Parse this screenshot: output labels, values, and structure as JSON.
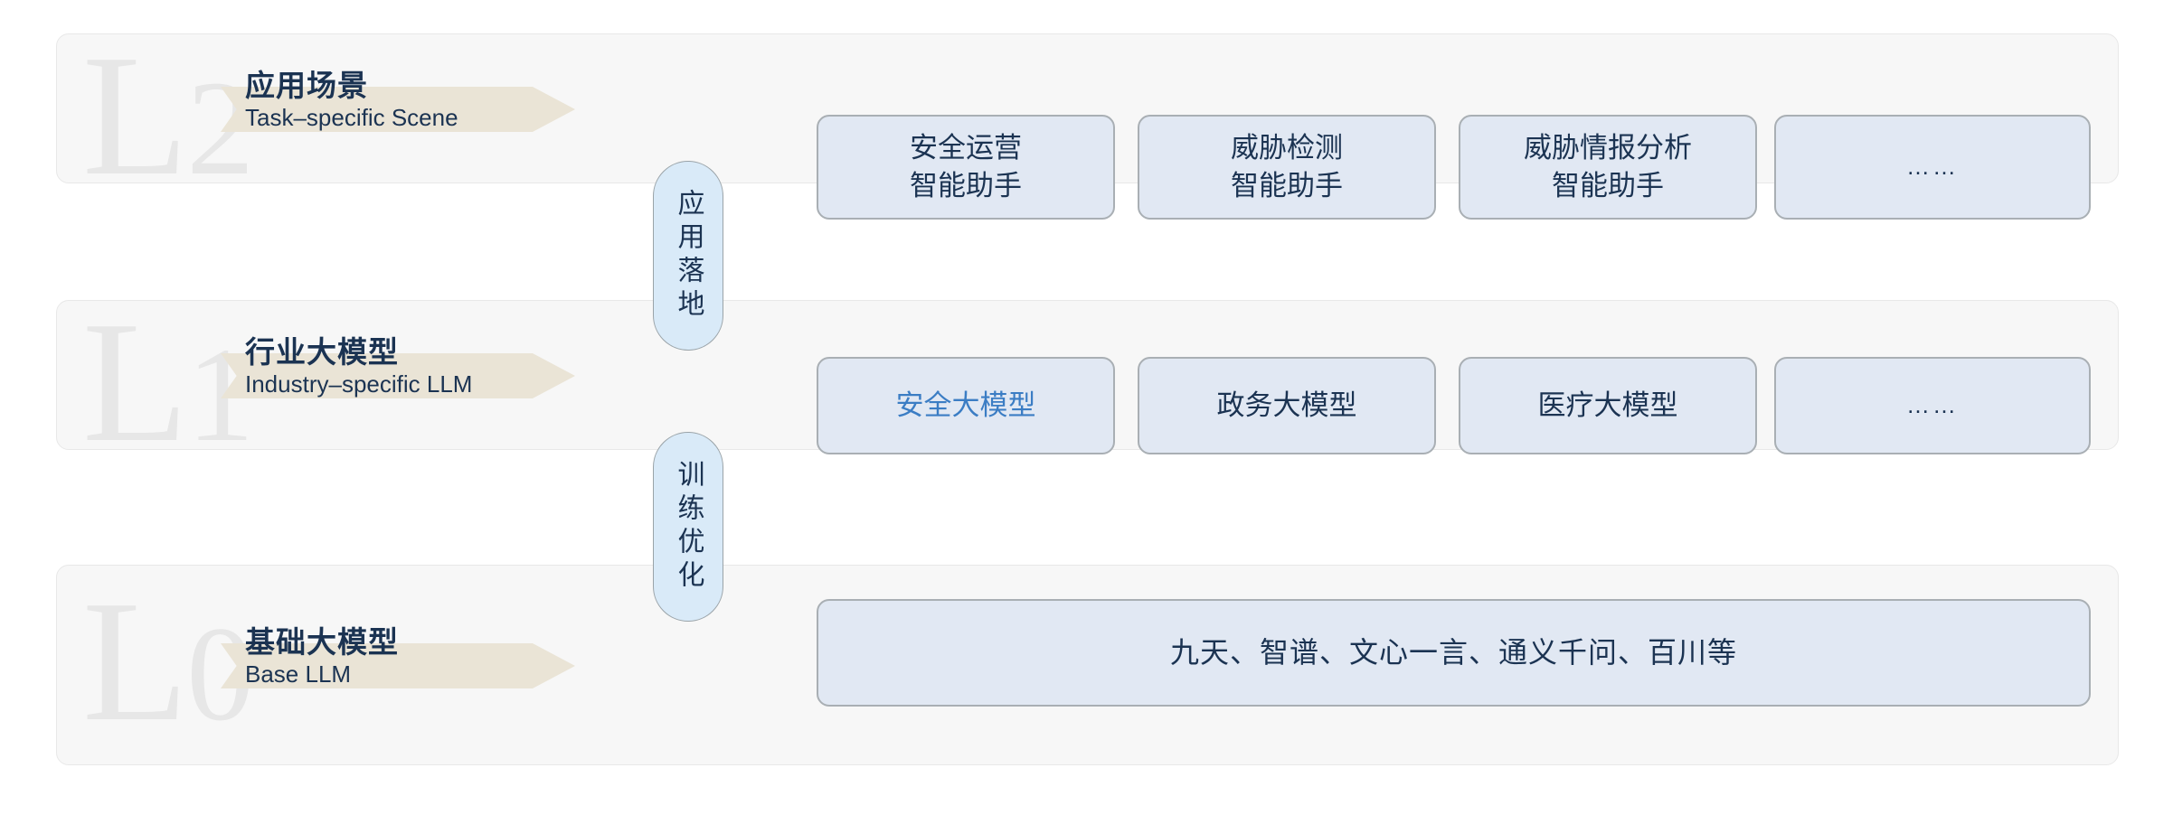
{
  "diagram": {
    "title_semantic": "LLM layered architecture for security",
    "colors": {
      "row_bg": "#f7f7f7",
      "row_border": "#e8e8e8",
      "ghost_letter": "#e7e7e7",
      "banner": "#eae4d6",
      "text_navy": "#1b3352",
      "card_fill": "#e1e8f3",
      "card_border": "#a9afb4",
      "pill_fill": "#d9eaf8",
      "pill_border": "#9aa3a8",
      "highlight_blue": "#3b7dc4"
    }
  },
  "layers": [
    {
      "id": "L2",
      "ghost_letter": "L",
      "ghost_subscript": "2",
      "title_cn": "应用场景",
      "title_en": "Task–specific Scene",
      "cards": [
        {
          "line1": "安全运营",
          "line2": "智能助手",
          "highlight": false
        },
        {
          "line1": "威胁检测",
          "line2": "智能助手",
          "highlight": false
        },
        {
          "line1": "威胁情报分析",
          "line2": "智能助手",
          "highlight": false
        },
        {
          "line1": "……",
          "line2": "",
          "highlight": false
        }
      ]
    },
    {
      "id": "L1",
      "ghost_letter": "L",
      "ghost_subscript": "1",
      "title_cn": "行业大模型",
      "title_en": "Industry–specific LLM",
      "cards": [
        {
          "line1": "安全大模型",
          "line2": "",
          "highlight": true
        },
        {
          "line1": "政务大模型",
          "line2": "",
          "highlight": false
        },
        {
          "line1": "医疗大模型",
          "line2": "",
          "highlight": false
        },
        {
          "line1": "……",
          "line2": "",
          "highlight": false
        }
      ]
    },
    {
      "id": "L0",
      "ghost_letter": "L",
      "ghost_subscript": "0",
      "title_cn": "基础大模型",
      "title_en": "Base LLM",
      "cards": [
        {
          "line1": "九天、智谱、文心一言、通义千问、百川等",
          "line2": "",
          "highlight": false
        }
      ]
    }
  ],
  "connectors": [
    {
      "id": "apply",
      "label": "应用落地"
    },
    {
      "id": "train",
      "label": "训练优化"
    }
  ]
}
